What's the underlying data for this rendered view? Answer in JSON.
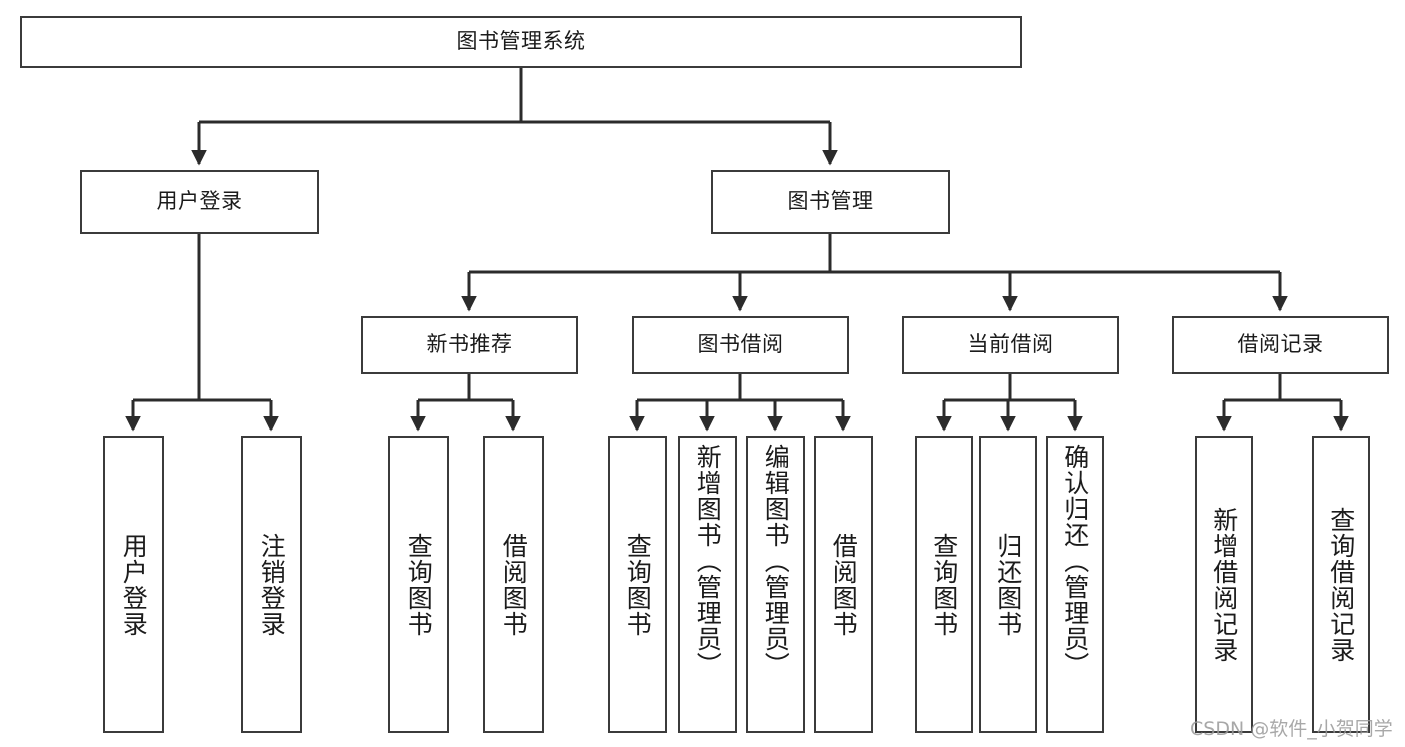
{
  "diagram": {
    "title": "图书管理系统",
    "type": "tree",
    "style": {
      "box_border_color": "#3b3b3b",
      "box_fill_color": "#ffffff",
      "connector_color": "#2b2b2b",
      "text_color": "#1b1b1b",
      "background": "#ffffff"
    },
    "root": {
      "label": "图书管理系统"
    },
    "level2": [
      {
        "label": "用户登录"
      },
      {
        "label": "图书管理"
      }
    ],
    "level3": [
      {
        "label": "新书推荐"
      },
      {
        "label": "图书借阅"
      },
      {
        "label": "当前借阅"
      },
      {
        "label": "借阅记录"
      }
    ],
    "leaves": {
      "user_login": [
        {
          "label": "用户登录"
        },
        {
          "label": "注销登录"
        }
      ],
      "new_book_recommend": [
        {
          "label": "查询图书"
        },
        {
          "label": "借阅图书"
        }
      ],
      "book_borrow": [
        {
          "label": "查询图书"
        },
        {
          "label": "新增图书（管理员）"
        },
        {
          "label": "编辑图书（管理员）"
        },
        {
          "label": "借阅图书"
        }
      ],
      "current_borrow": [
        {
          "label": "查询图书"
        },
        {
          "label": "归还图书"
        },
        {
          "label": "确认归还（管理员）"
        }
      ],
      "borrow_record": [
        {
          "label": "新增借阅记录"
        },
        {
          "label": "查询借阅记录"
        }
      ]
    }
  },
  "watermark": {
    "text": "CSDN @软件_小贺同学"
  }
}
